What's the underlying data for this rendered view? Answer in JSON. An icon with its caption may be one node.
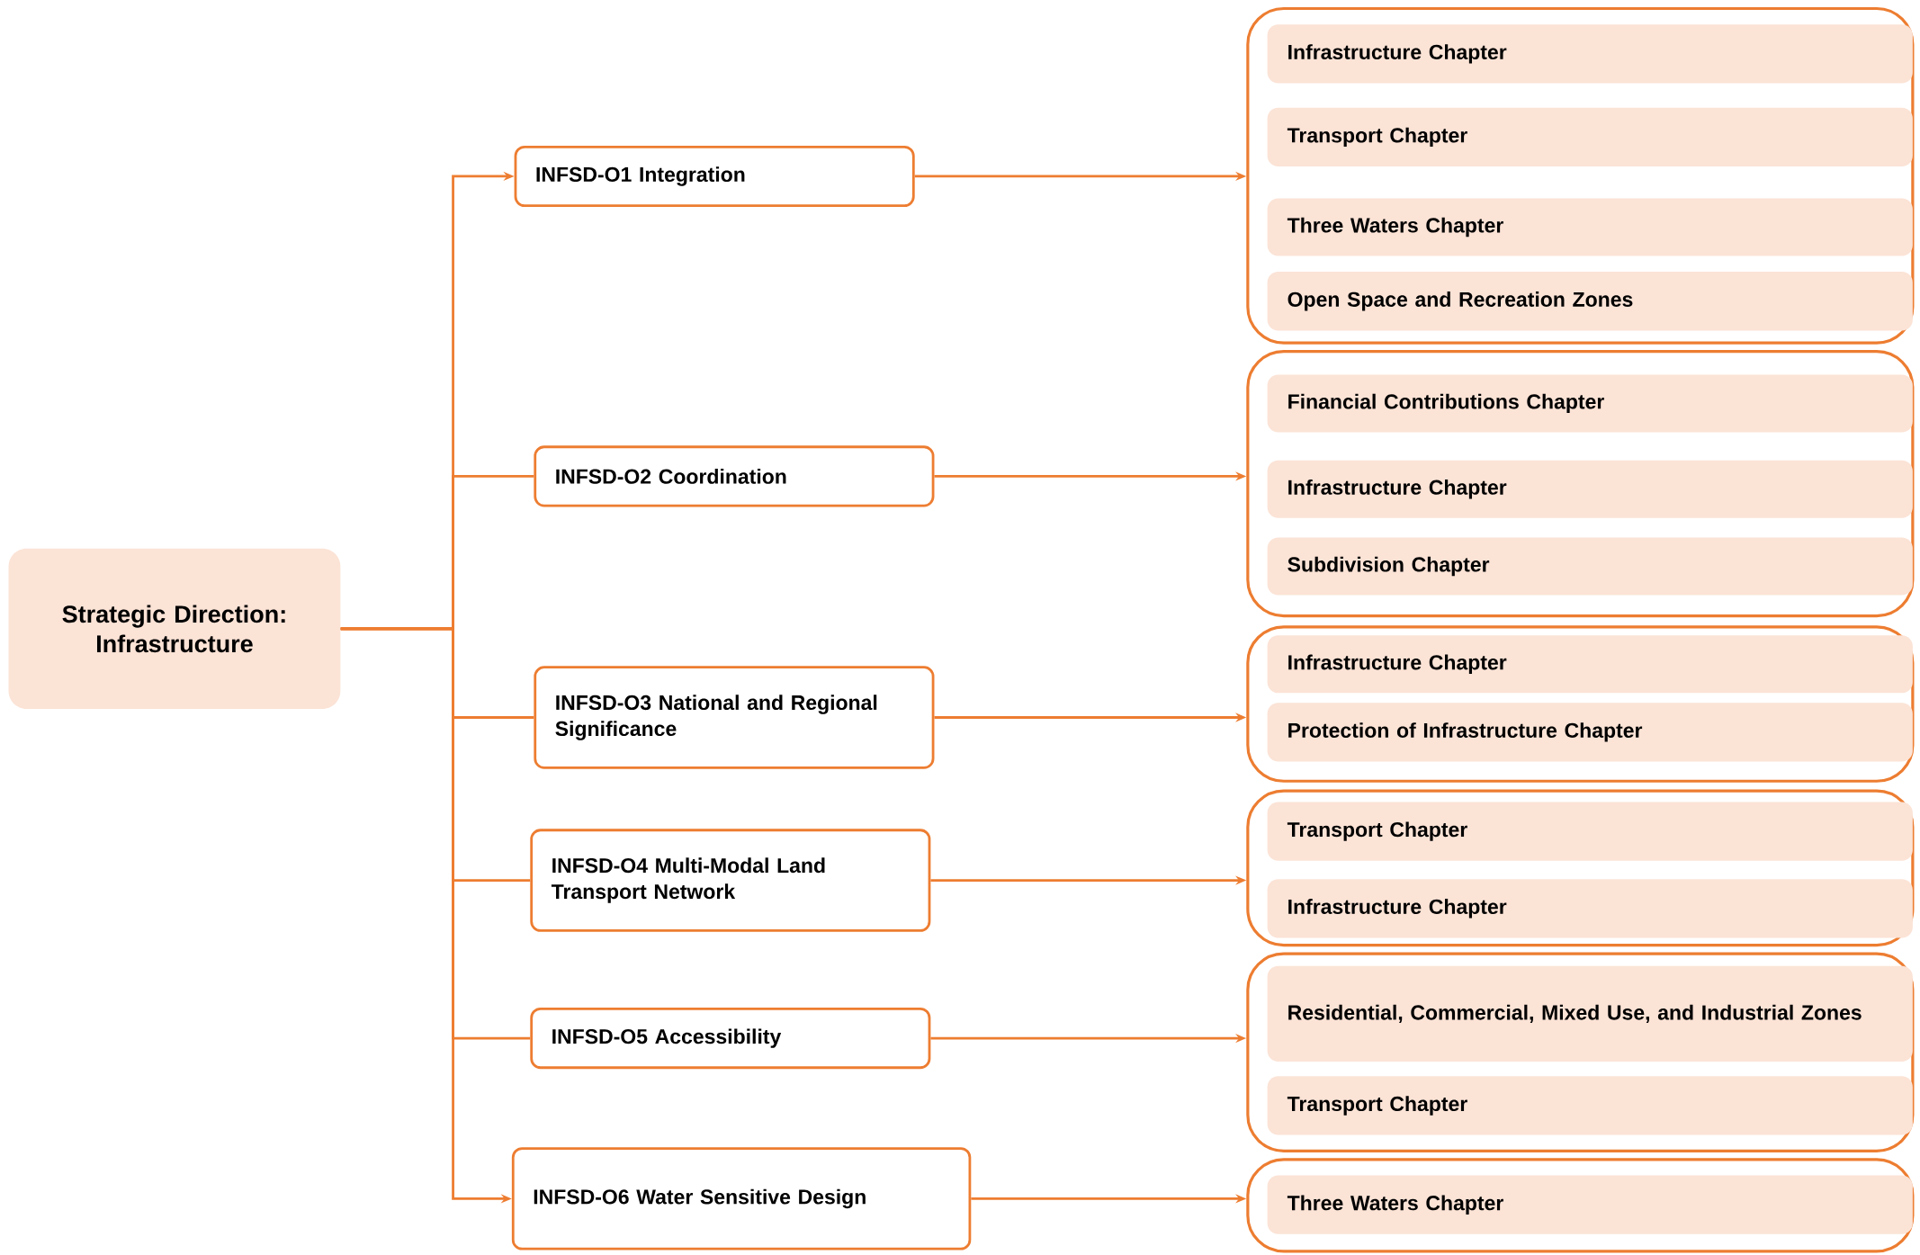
{
  "diagram": {
    "nodes": [
      {
        "text": [
          "Strategic Direction: Infrastructure"
        ]
      },
      {
        "text": [
          "INFSD-O1 Integration"
        ]
      },
      {
        "text": [],
        "shape": "box"
      },
      {
        "text": [
          "Infrastructure Chapter"
        ],
        "in": 2
      },
      {
        "text": [
          "Transport Chapter"
        ],
        "in": 2
      },
      {
        "text": [
          "Three Waters Chapter"
        ],
        "in": 2
      },
      {
        "text": [
          "Open Space and Recreation Zones"
        ],
        "in": 2
      },
      {
        "text": [
          "INFSD-O2 Coordination"
        ]
      },
      {
        "text": [],
        "shape": "box"
      },
      {
        "text": [
          "Financial Contributions Chapter"
        ],
        "in": 8
      },
      {
        "text": [
          "Infrastructure Chapter"
        ],
        "in": 8
      },
      {
        "text": [
          "Subdivision Chapter"
        ],
        "in": 8
      },
      {
        "text": [
          "INFSD-O3 National and Regional Significance"
        ]
      },
      {
        "text": [],
        "shape": "box"
      },
      {
        "text": [
          "Infrastructure Chapter"
        ],
        "in": 13
      },
      {
        "text": [
          "Protection of Infrastructure Chapter"
        ],
        "in": 13
      },
      {
        "text": [
          "INFSD-O4 Multi-Modal Land Transport Network"
        ]
      },
      {
        "text": [],
        "shape": "box"
      },
      {
        "text": [
          "Transport Chapter"
        ],
        "in": 17
      },
      {
        "text": [
          "Infrastructure Chapter"
        ],
        "in": 17
      },
      {
        "text": [
          "INFSD-O5 Accessibility"
        ]
      },
      {
        "text": [],
        "shape": "box"
      },
      {
        "text": [
          "Residential, Commercial, Mixed Use, and Industrial Zones"
        ],
        "in": 21
      },
      {
        "text": [
          "Transport Chapter"
        ],
        "in": 21
      },
      {
        "text": [
          "INFSD-O6 Water Sensitive Design"
        ]
      },
      {
        "text": [],
        "shape": "box"
      },
      {
        "text": [
          "Three Waters Chapter"
        ],
        "in": 25
      }
    ],
    "edges": [
      {
        "from": 0,
        "to": 1,
        "arrow": "to"
      },
      {
        "from": 0,
        "to": 7,
        "arrow": "none"
      },
      {
        "from": 0,
        "to": 12,
        "arrow": "none"
      },
      {
        "from": 0,
        "to": 16,
        "arrow": "none"
      },
      {
        "from": 0,
        "to": 20,
        "arrow": "none"
      },
      {
        "from": 0,
        "to": 24,
        "arrow": "to"
      },
      {
        "from": 1,
        "to": 2,
        "arrow": "to"
      },
      {
        "from": 7,
        "to": 8,
        "arrow": "to"
      },
      {
        "from": 12,
        "to": 13,
        "arrow": "to"
      },
      {
        "from": 16,
        "to": 17,
        "arrow": "to"
      },
      {
        "from": 20,
        "to": 21,
        "arrow": "to"
      },
      {
        "from": 24,
        "to": 25,
        "arrow": "to"
      }
    ]
  }
}
